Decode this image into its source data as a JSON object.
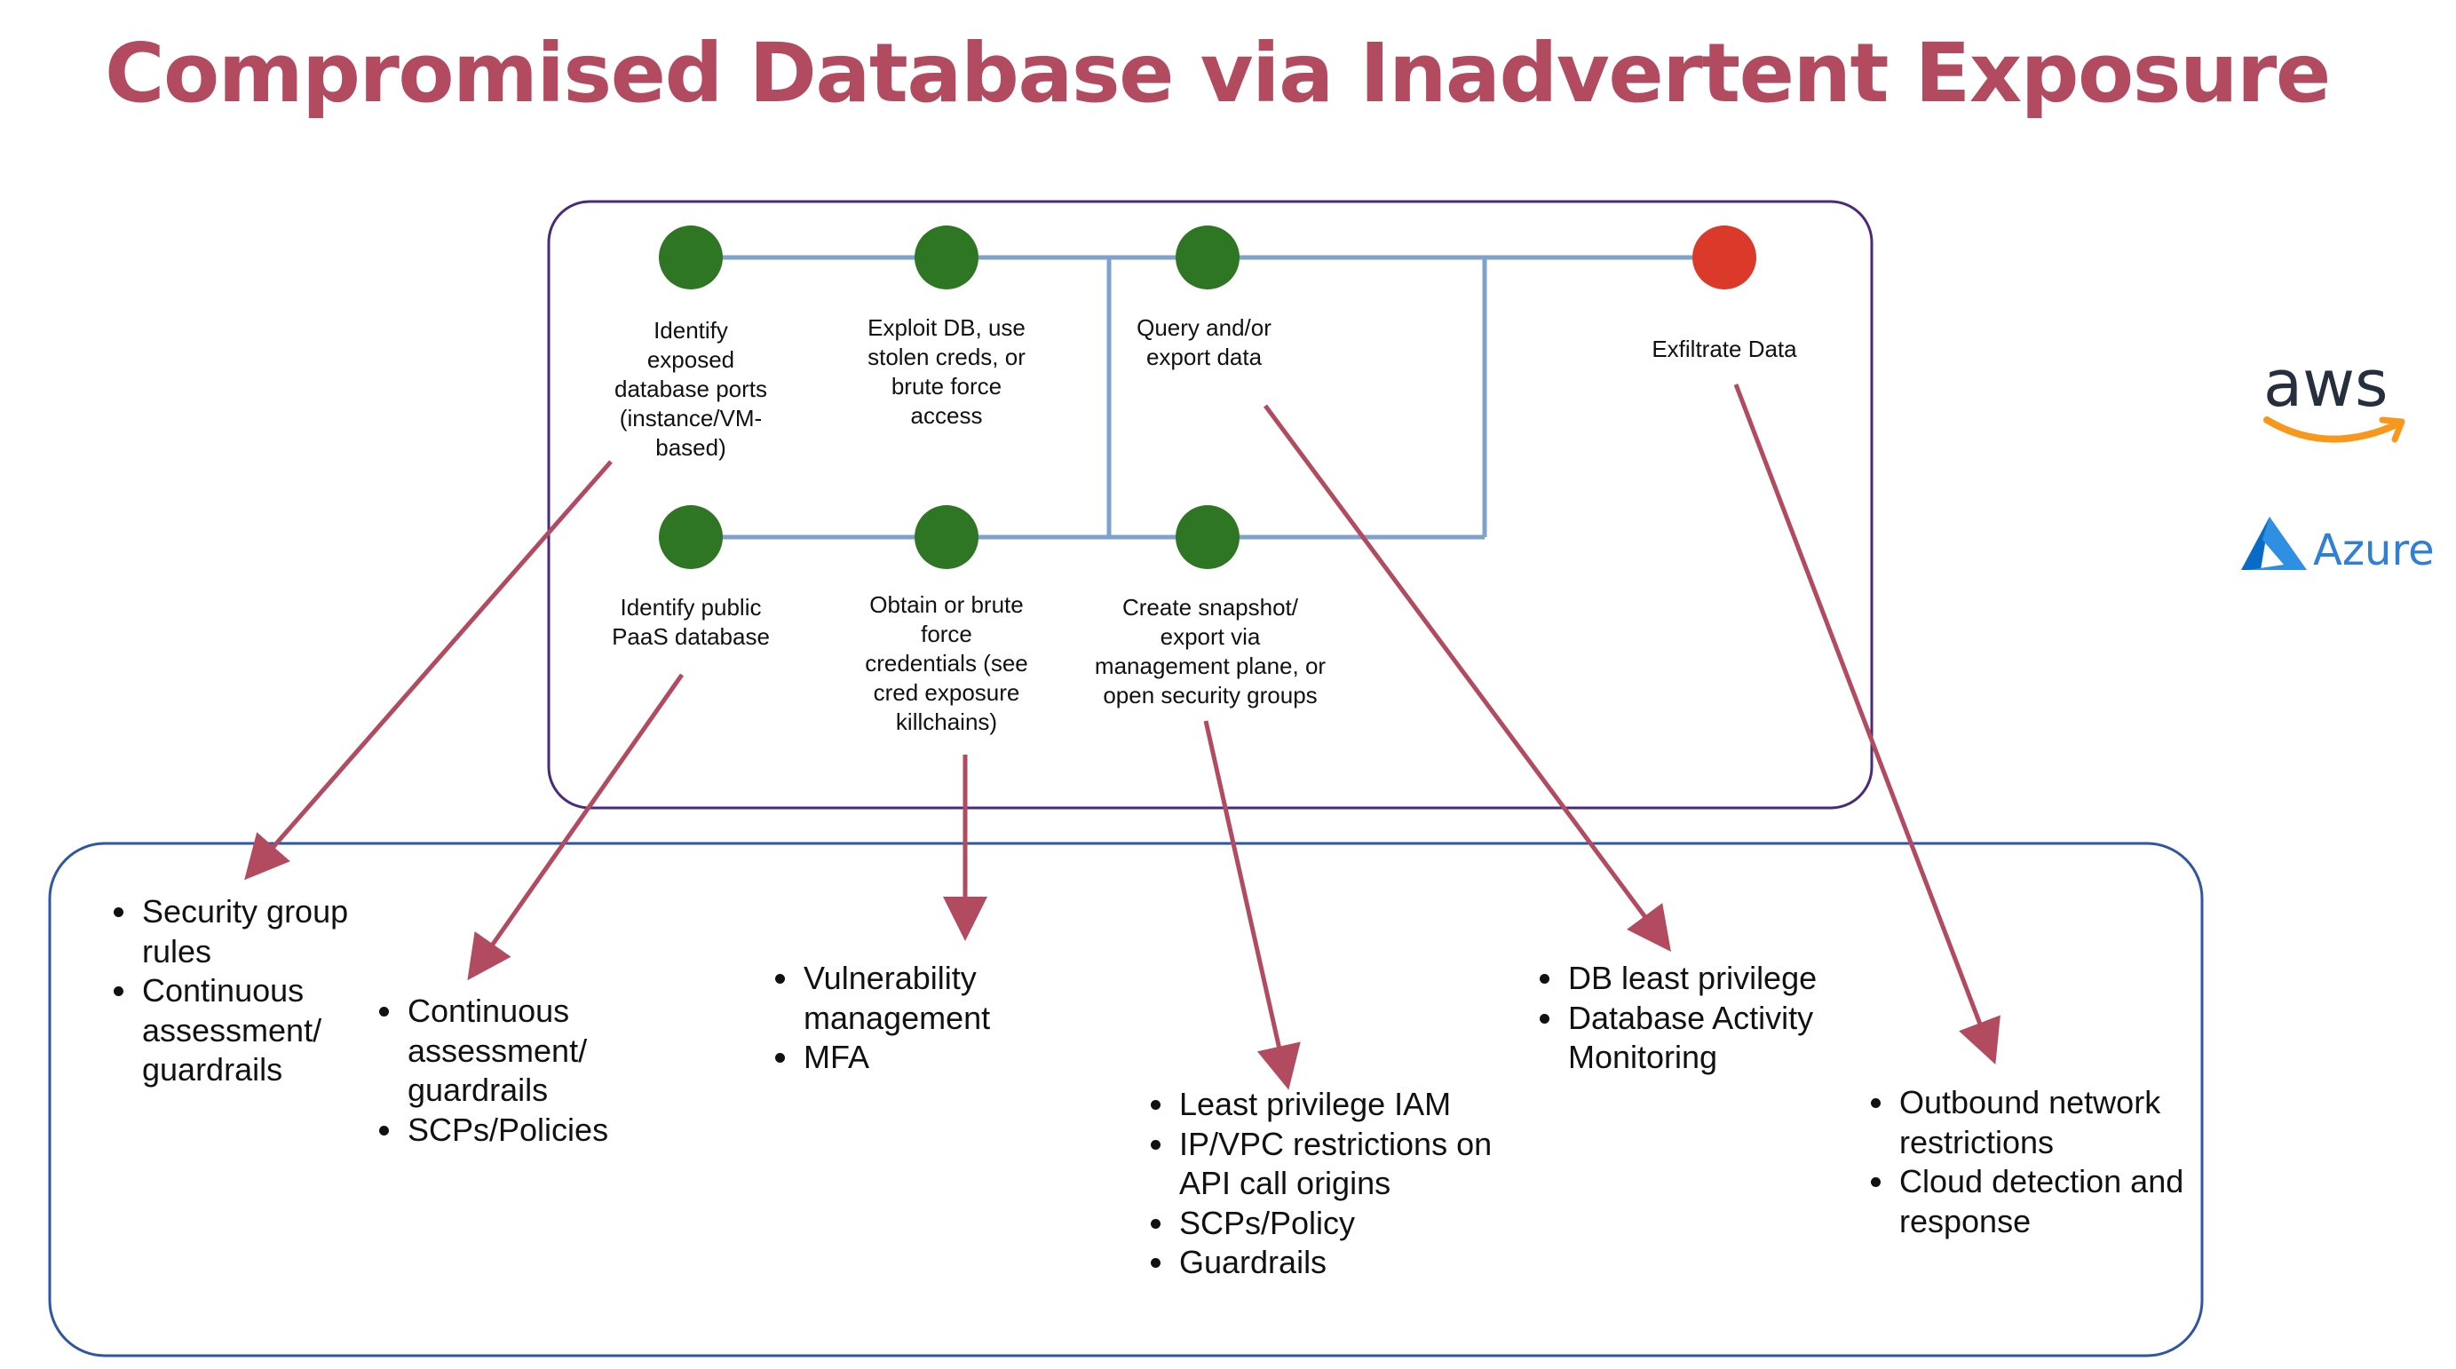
{
  "title": "Compromised Database via Inadvertent Exposure",
  "colors": {
    "title": "#b24a60",
    "node_green": "#2e7623",
    "node_red": "#db3a2a",
    "connector": "#7ea2cc",
    "arrow": "#b24a60",
    "attack_box_border": "#4b2a7b",
    "mitigation_box_border": "#2f56a0"
  },
  "attack_steps": {
    "top_row": [
      {
        "label": "Identify\nexposed\ndatabase ports\n(instance/VM-\nbased)",
        "status": "green"
      },
      {
        "label": "Exploit DB, use\nstolen creds, or\nbrute force\naccess",
        "status": "green"
      },
      {
        "label": "Query and/or\nexport data",
        "status": "green"
      },
      {
        "label": "Exfiltrate Data",
        "status": "red"
      }
    ],
    "bottom_row": [
      {
        "label": "Identify public\nPaaS database",
        "status": "green"
      },
      {
        "label": "Obtain or brute\nforce\ncredentials (see\ncred exposure\nkillchains)",
        "status": "green"
      },
      {
        "label": "Create snapshot/\nexport via\nmanagement plane, or\nopen security groups",
        "status": "green"
      }
    ]
  },
  "mitigations": [
    {
      "items": [
        "Security group\nrules",
        "Continuous\nassessment/\nguardrails"
      ]
    },
    {
      "items": [
        "Continuous\nassessment/\nguardrails",
        "SCPs/Policies"
      ]
    },
    {
      "items": [
        "Vulnerability\nmanagement",
        "MFA"
      ]
    },
    {
      "items": [
        "Least privilege IAM",
        "IP/VPC restrictions on\nAPI call origins",
        "SCPs/Policy",
        "Guardrails"
      ]
    },
    {
      "items": [
        "DB least privilege",
        "Database Activity\nMonitoring"
      ]
    },
    {
      "items": [
        "Outbound network\nrestrictions",
        "Cloud detection and\nresponse"
      ]
    }
  ],
  "logos": {
    "aws": {
      "text": "aws",
      "icon": "aws-logo"
    },
    "azure": {
      "text": "Azure",
      "icon": "azure-logo"
    }
  }
}
